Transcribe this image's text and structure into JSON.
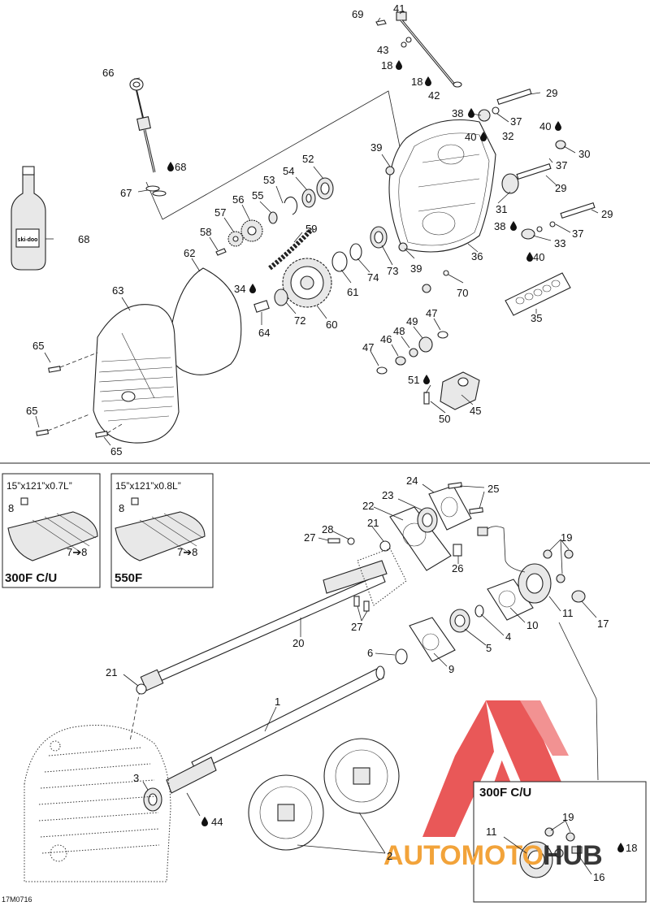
{
  "diagram_code": "17M0716",
  "callouts": {
    "c69": "69",
    "c41": "41",
    "c43": "43",
    "c18a": "18",
    "c18b": "18",
    "c42": "42",
    "c29a": "29",
    "c29b": "29",
    "c29c": "29",
    "c38a": "38",
    "c38b": "38",
    "c37a": "37",
    "c37b": "37",
    "c37c": "37",
    "c40a": "40",
    "c40b": "40",
    "c40c": "40",
    "c32": "32",
    "c30": "30",
    "c31": "31",
    "c33": "33",
    "c35": "35",
    "c36": "36",
    "c39a": "39",
    "c39b": "39",
    "c70": "70",
    "c73": "73",
    "c74": "74",
    "c61": "61",
    "c66": "66",
    "c68a": "68",
    "c68b": "68",
    "c67": "67",
    "c52": "52",
    "c54": "54",
    "c53": "53",
    "c55": "55",
    "c56": "56",
    "c57": "57",
    "c58": "58",
    "c59": "59",
    "c62": "62",
    "c63": "63",
    "c34": "34",
    "c64": "64",
    "c72": "72",
    "c60": "60",
    "c65a": "65",
    "c65b": "65",
    "c65c": "65",
    "c47a": "47",
    "c47b": "47",
    "c46": "46",
    "c48": "48",
    "c49": "49",
    "c51": "51",
    "c50": "50",
    "c45": "45",
    "c24": "24",
    "c25": "25",
    "c23": "23",
    "c22": "22",
    "c21a": "21",
    "c21b": "21",
    "c28": "28",
    "c27a": "27",
    "c27b": "27",
    "c26": "26",
    "c20": "20",
    "c19a": "19",
    "c19b": "19",
    "c11a": "11",
    "c11b": "11",
    "c17": "17",
    "c10": "10",
    "c4": "4",
    "c5": "5",
    "c9": "9",
    "c6": "6",
    "c1": "1",
    "c3": "3",
    "c44": "44",
    "c2": "2",
    "c16": "16",
    "c18c": "18"
  },
  "insets": [
    {
      "title": "15”x121”x0.7L”",
      "part_a": "8",
      "part_b": "7➔8",
      "model": "300F C/U"
    },
    {
      "title": "15”x121”x0.8L”",
      "part_a": "8",
      "part_b": "7➔8",
      "model": "550F"
    }
  ],
  "detail_inset": {
    "model": "300F C/U"
  },
  "watermark": "AUTOMOTOHUB",
  "oil_bottle_logo": "ski-doo",
  "colors": {
    "watermark_red": "#e63b3b",
    "watermark_orange": "#f2a33a",
    "line": "#222222"
  }
}
